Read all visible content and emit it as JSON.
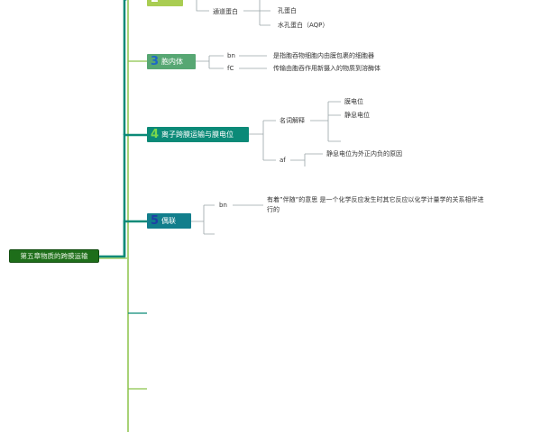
{
  "root": {
    "label": "第五章物质的跨膜运输"
  },
  "topics": [
    {
      "num": "2",
      "label": ""
    },
    {
      "num": "3",
      "label": "胞内体"
    },
    {
      "num": "4",
      "label": "离子跨膜运输与膜电位"
    },
    {
      "num": "5",
      "label": "偶联"
    }
  ],
  "t2": {
    "sub": "通道蛋白",
    "leaves": [
      "孔蛋白",
      "水孔蛋白（AQP）"
    ]
  },
  "t3": {
    "items": [
      {
        "key": "bn",
        "text": "是指胞吞物细胞内由膜包裹的细胞器"
      },
      {
        "key": "fC",
        "text": "传输由胞吞作用新摄入的物质到溶酶体"
      }
    ]
  },
  "t4": {
    "sub1": "名词解释",
    "leaves1": [
      "膜电位",
      "静息电位"
    ],
    "sub2": "af",
    "leaf2": "静息电位为外正内负的原因"
  },
  "t5": {
    "key": "bn",
    "text_line1": "有着”伴随”的意思 是一个化学反应发生时其它反应以化学计量学的关系相伴进",
    "text_line2": "行的"
  },
  "colors": {
    "trunk": "#8bc34a",
    "branch": "#0b8a78",
    "connector": "#9aa5a8"
  }
}
